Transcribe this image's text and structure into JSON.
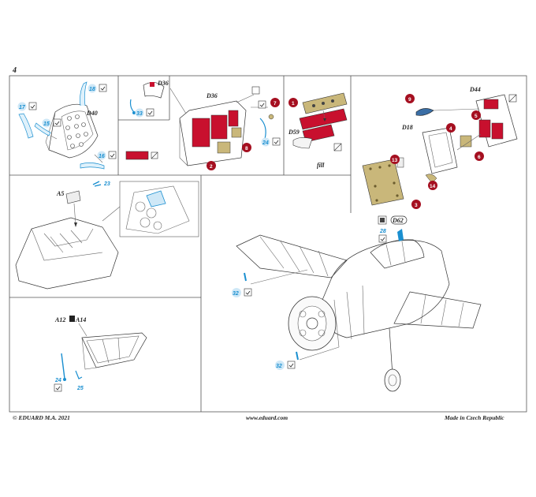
{
  "page_number": "4",
  "footer": {
    "copyright": "© EDUARD  M.A. 2021",
    "website": "www.eduard.com",
    "made_in": "Made in Czech Republic"
  },
  "labels": {
    "d40": "D40",
    "d36_a": "D36",
    "d36_b": "D36",
    "d59": "D59",
    "fill": "fill",
    "d44": "D44",
    "d18": "D18",
    "a5": "A5",
    "a12": "A12",
    "a14": "A14",
    "d62": "D62"
  },
  "part_numbers": {
    "p18": "18",
    "p17": "17",
    "p15": "15",
    "p16": "16",
    "p33": "33",
    "p24a": "24",
    "p23": "23",
    "p24b": "24",
    "p25": "25",
    "p28": "28",
    "p32a": "32",
    "p32b": "32",
    "r7": "7",
    "r2": "2",
    "r8": "8",
    "r1": "1",
    "r9": "9",
    "r4": "4",
    "r5": "5",
    "r6": "6",
    "r13": "13",
    "r14": "14",
    "r3": "3"
  },
  "colors": {
    "part_blue": "#1a8fd0",
    "red_fill": "#c8102e",
    "photo_etch": "#c9b77a",
    "frame": "#555555"
  }
}
